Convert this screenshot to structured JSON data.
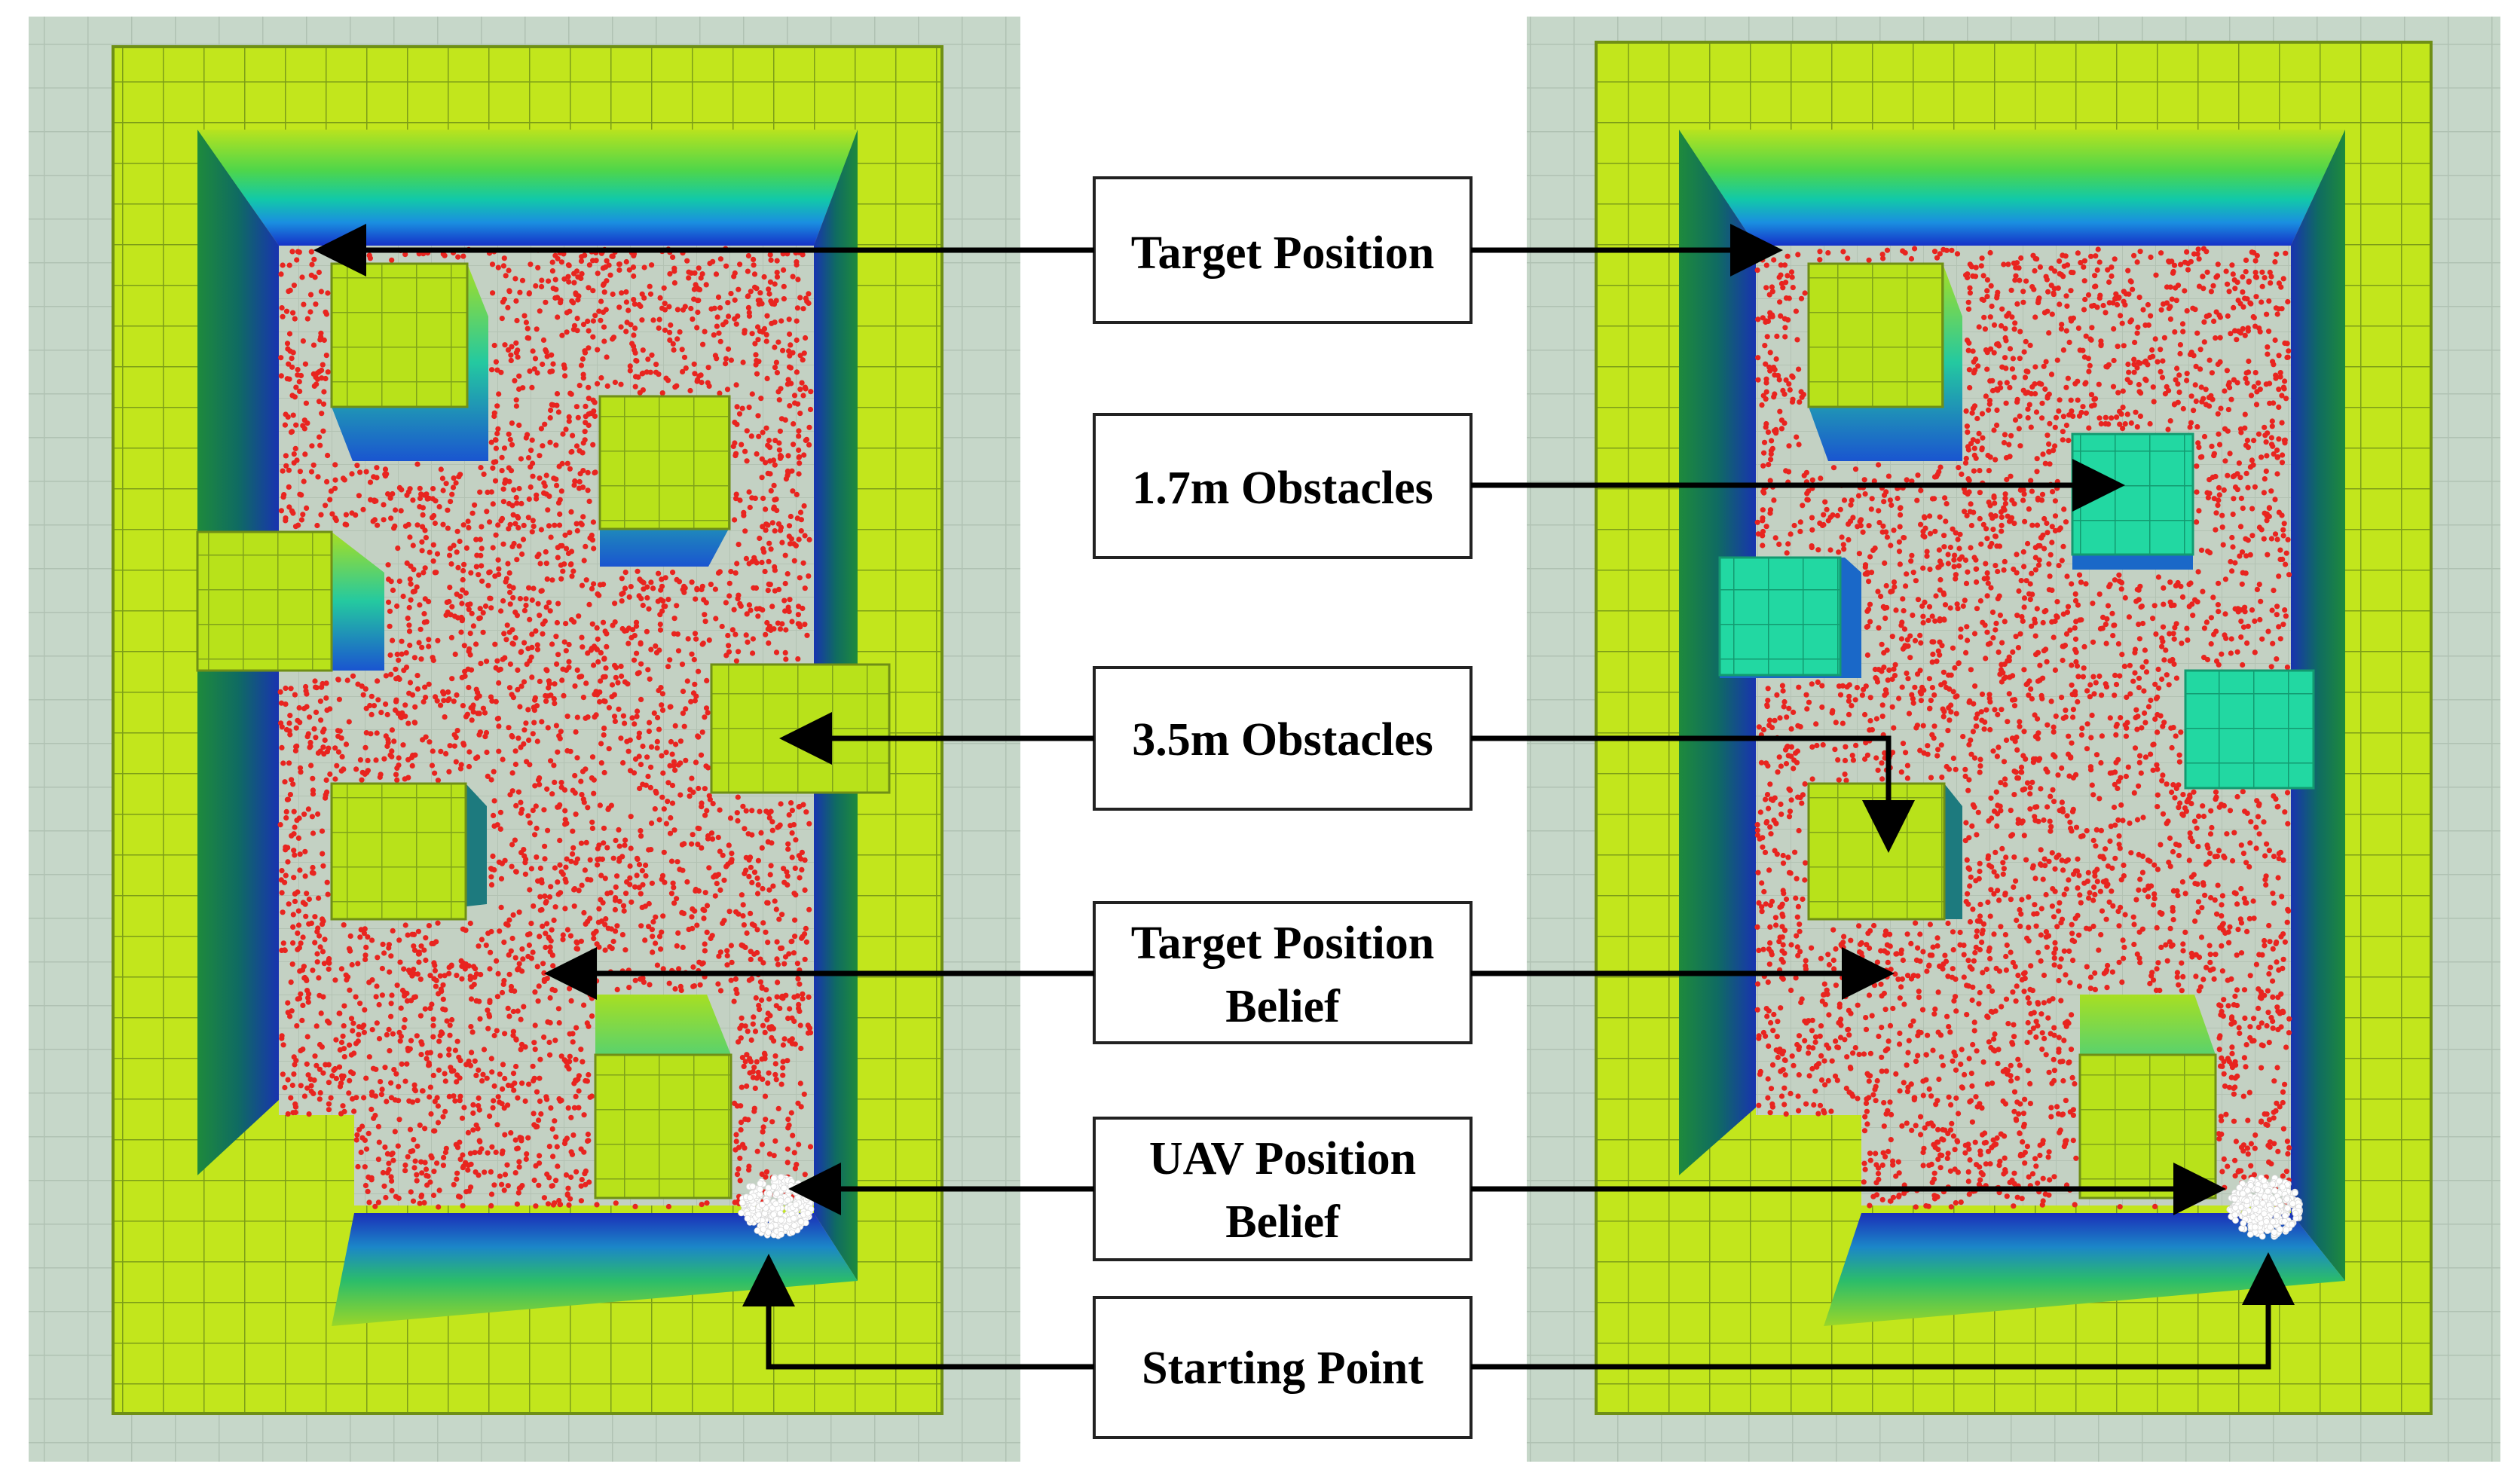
{
  "labels": {
    "target_position": "Target Position",
    "obstacles_17": "1.7m Obstacles",
    "obstacles_35": "3.5m Obstacles",
    "target_belief_line1": "Target Position",
    "target_belief_line2": "Belief",
    "uav_belief_line1": "UAV Position",
    "uav_belief_line2": "Belief",
    "starting_point": "Starting Point"
  },
  "colors": {
    "ground": "#c6d7c9",
    "ground_grid": "#b2c4b5",
    "wall_top": "#c2e61c",
    "wall_grid": "#7a9b1a",
    "floor": "#c3d1c3",
    "particle": "#e8241f",
    "uav_cloud": "#ffffff",
    "teal_obstacle": "#22d8a2",
    "arrow": "#000000"
  }
}
